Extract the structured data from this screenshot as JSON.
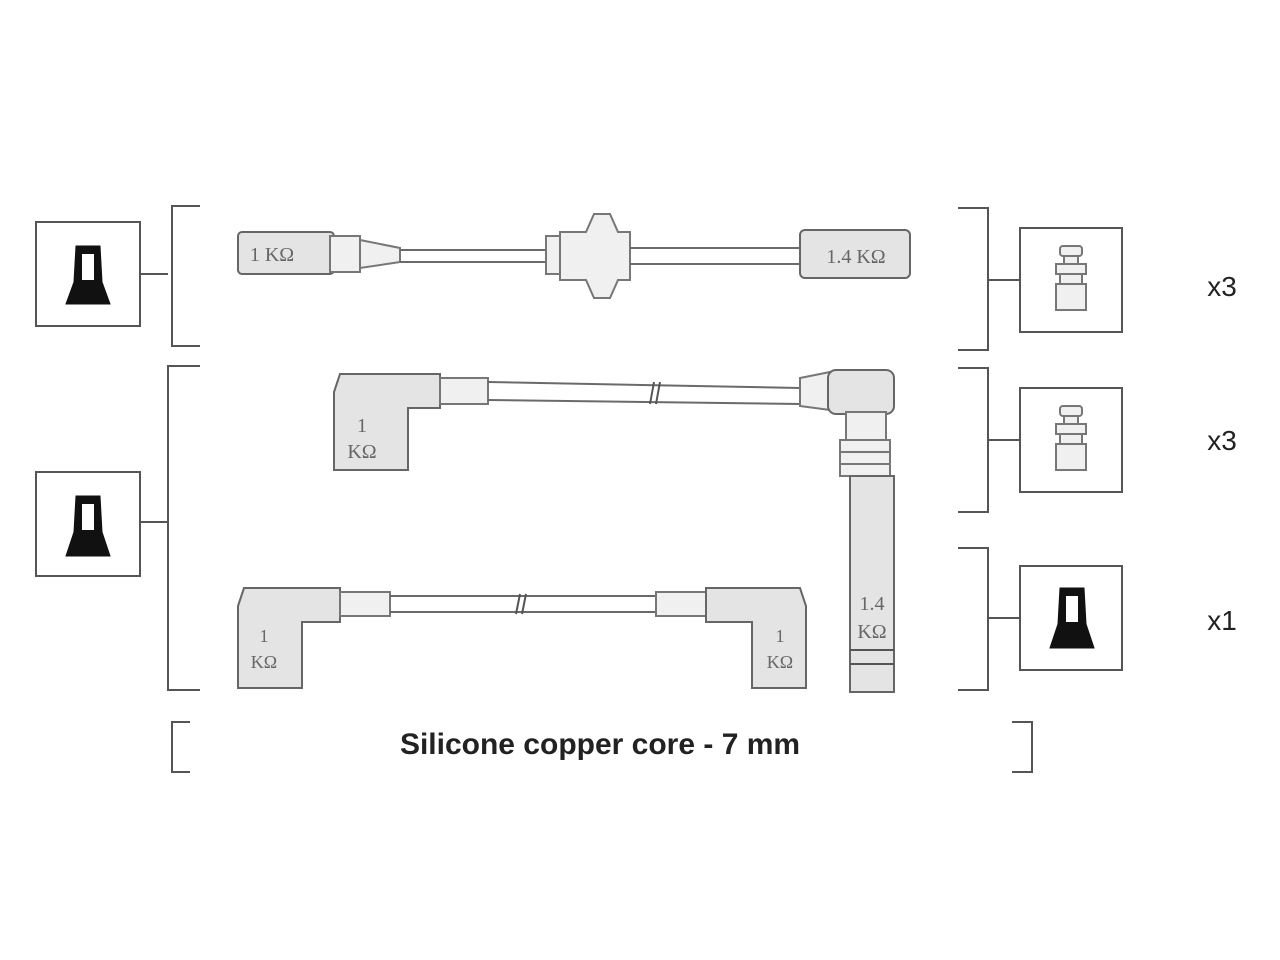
{
  "wires": {
    "top": {
      "left_label": "1 KΩ",
      "right_label": "1.4 KΩ"
    },
    "middle": {
      "left_label_1": "1",
      "left_label_2": "KΩ",
      "right_label_1": "1.4",
      "right_label_2": "KΩ"
    },
    "bottom": {
      "left_label_1": "1",
      "left_label_2": "KΩ",
      "right_label_1": "1",
      "right_label_2": "KΩ"
    }
  },
  "quantities": {
    "row1": "x3",
    "row2": "x3",
    "row3": "x1"
  },
  "caption": "Silicone copper core - 7 mm",
  "icons": {
    "left_top": "black-boot-connector-icon",
    "left_bottom": "black-boot-connector-icon",
    "right_top": "spark-plug-terminal-icon",
    "right_middle": "spark-plug-terminal-icon",
    "right_bottom": "black-boot-connector-icon"
  }
}
